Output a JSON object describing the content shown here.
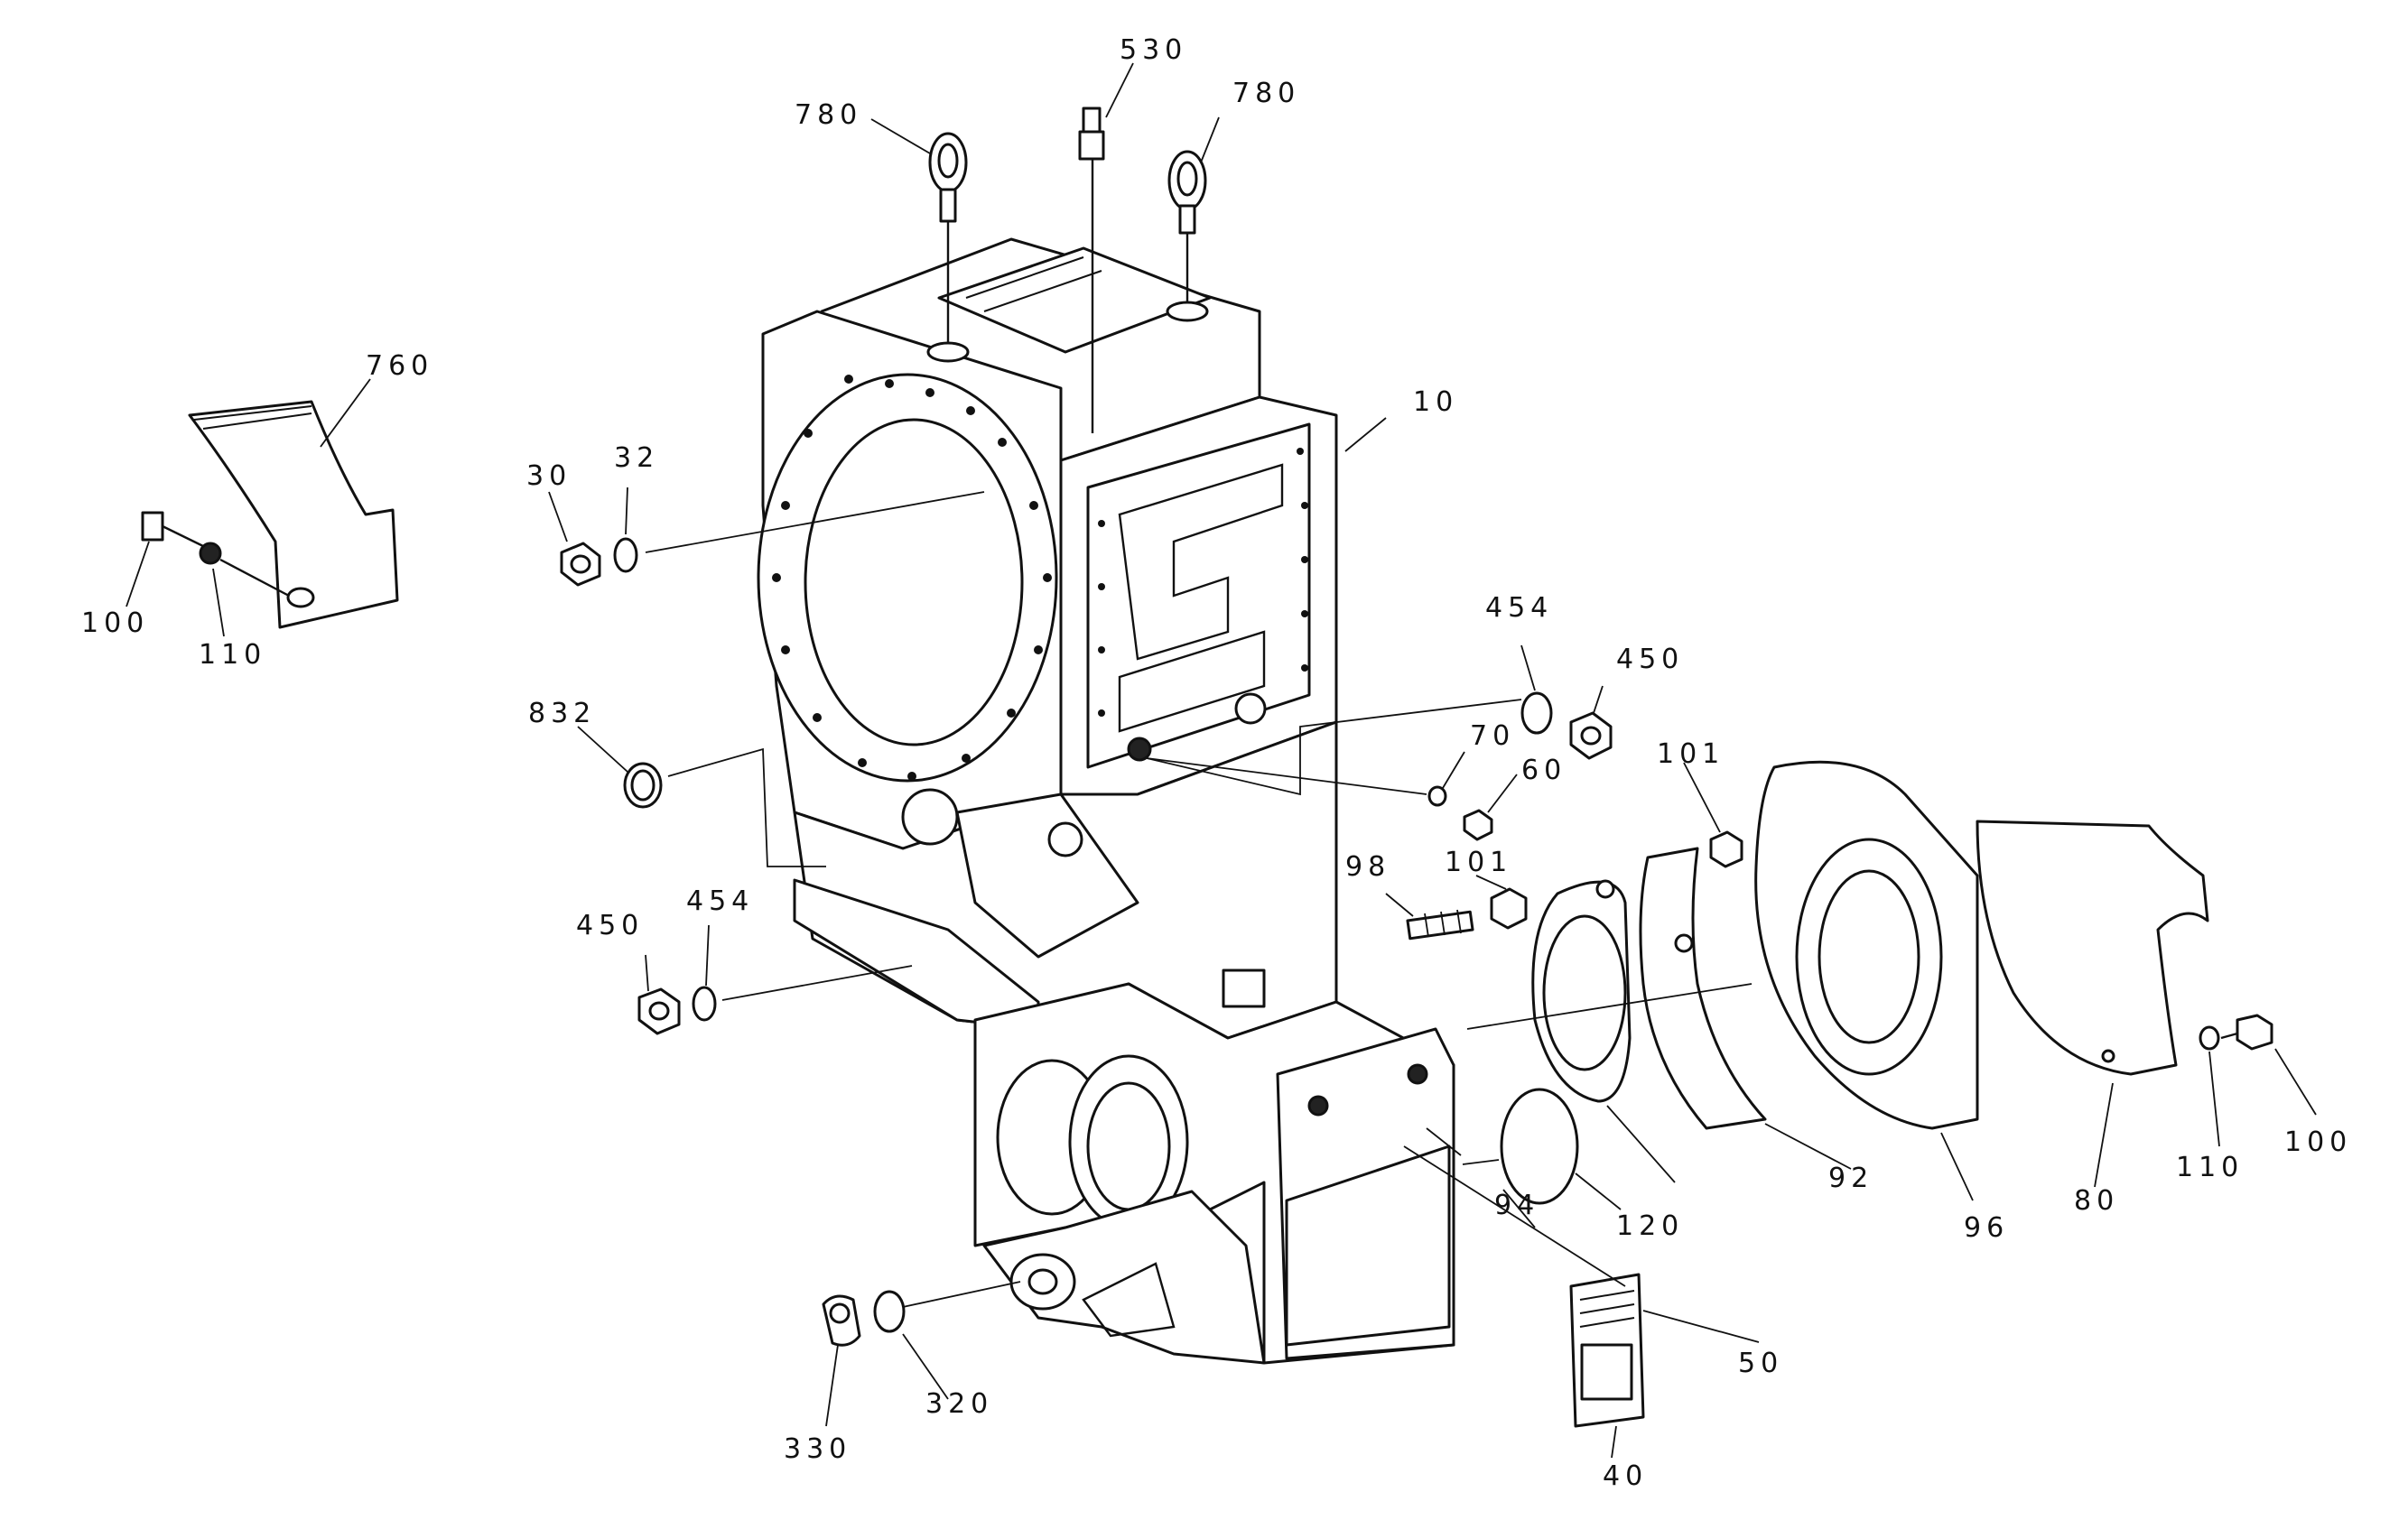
{
  "callouts": [
    {
      "id": "780-left",
      "text": "780"
    },
    {
      "id": "530",
      "text": "530"
    },
    {
      "id": "780-right",
      "text": "780"
    },
    {
      "id": "760",
      "text": "760"
    },
    {
      "id": "10",
      "text": "10"
    },
    {
      "id": "30",
      "text": "30"
    },
    {
      "id": "32",
      "text": "32"
    },
    {
      "id": "100-left",
      "text": "100"
    },
    {
      "id": "110-left",
      "text": "110"
    },
    {
      "id": "454-right",
      "text": "454"
    },
    {
      "id": "450-right",
      "text": "450"
    },
    {
      "id": "832",
      "text": "832"
    },
    {
      "id": "70",
      "text": "70"
    },
    {
      "id": "60",
      "text": "60"
    },
    {
      "id": "101-upper",
      "text": "101"
    },
    {
      "id": "101-lower",
      "text": "101"
    },
    {
      "id": "98",
      "text": "98"
    },
    {
      "id": "450-left",
      "text": "450"
    },
    {
      "id": "454-left",
      "text": "454"
    },
    {
      "id": "120",
      "text": "120"
    },
    {
      "id": "94",
      "text": "94"
    },
    {
      "id": "92",
      "text": "92"
    },
    {
      "id": "96",
      "text": "96"
    },
    {
      "id": "80",
      "text": "80"
    },
    {
      "id": "110-right",
      "text": "110"
    },
    {
      "id": "100-right",
      "text": "100"
    },
    {
      "id": "50",
      "text": "50"
    },
    {
      "id": "40",
      "text": "40"
    },
    {
      "id": "320",
      "text": "320"
    },
    {
      "id": "330",
      "text": "330"
    }
  ]
}
